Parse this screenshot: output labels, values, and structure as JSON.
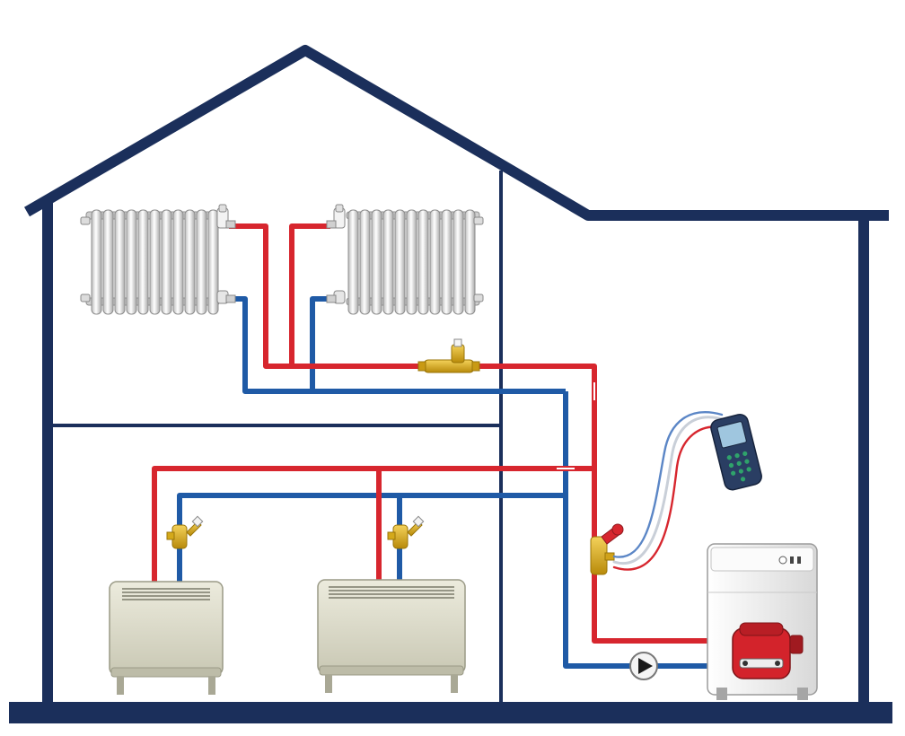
{
  "diagram": {
    "description_visible_text": [],
    "colors": {
      "background": "#ffffff",
      "house_outline": "#1b2f5b",
      "supply_pipe": "#d7262e",
      "return_pipe": "#1f5aa6",
      "radiator": "#e8e8e8",
      "convector": "#d9d8c6",
      "valve_brass": "#e2b21b",
      "boiler_body": "#f2f2f2",
      "burner": "#d3232b",
      "meter_body": "#2a3e63"
    },
    "components": {
      "house": {
        "icon": "house-outline"
      },
      "radiators_upper": [
        {
          "icon": "cast-iron-radiator"
        },
        {
          "icon": "cast-iron-radiator"
        }
      ],
      "convectors_lower": [
        {
          "icon": "panel-convector"
        },
        {
          "icon": "panel-convector"
        }
      ],
      "boiler": {
        "icon": "boiler-with-burner"
      },
      "pump": {
        "icon": "circulation-pump"
      },
      "balancing_valves": [
        {
          "icon": "balancing-valve"
        },
        {
          "icon": "balancing-valve"
        },
        {
          "icon": "balancing-valve"
        }
      ],
      "main_valve": {
        "icon": "partner-valve"
      },
      "meter": {
        "icon": "flow-measuring-instrument"
      }
    }
  }
}
